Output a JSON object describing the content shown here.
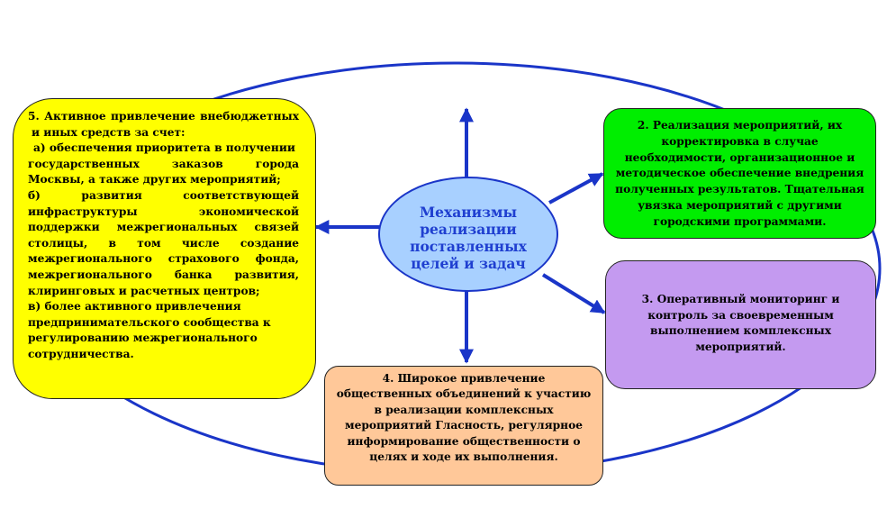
{
  "center": {
    "title": "Механизмы реализации поставленных целей и задач"
  },
  "box_left": {
    "lines": [
      "5. Активное привлечение внебюджетных",
      "и иных средств за счет:",
      "а) обеспечения приоритета в получении",
      "государственных заказов города",
      "Москвы, а также других мероприятий;",
      "б) развития соответствующей",
      "инфраструктуры экономической",
      "поддержки межрегиональных связей",
      "столицы, в том числе создание",
      "межрегионального страхового фонда,",
      "межрегионального банка развития,",
      "клиринговых и расчетных центров;",
      "в) более активного привлечения",
      "предпринимательского сообщества к",
      "регулированию межрегионального",
      "сотрудничества."
    ]
  },
  "box_top_right": {
    "lines": [
      "2. Реализация мероприятий, их",
      "корректировка в случае",
      "необходимости, организационное и",
      "методическое обеспечение внедрения",
      "полученных результатов. Тщательная",
      "увязка мероприятий с другими",
      "городскими программами."
    ]
  },
  "box_right": {
    "lines": [
      "3. Оперативный мониторинг и",
      "контроль за своевременным",
      "выполнением комплексных",
      "мероприятий."
    ]
  },
  "box_bottom": {
    "lines": [
      "4. Широкое привлечение",
      "общественных объединений к участию",
      "в реализации комплексных",
      "мероприятий Гласность, регулярное",
      "информирование общественности о",
      "целях и ходе их выполнения."
    ]
  },
  "colors": {
    "ring": "#1a35c8",
    "arrow": "#1a35c8",
    "center_fill": "#a8d0ff",
    "center_text": "#1f3fd0",
    "box_left_fill": "#ffff00",
    "box_top_right_fill": "#00ee00",
    "box_right_fill": "#c49af0",
    "box_bottom_fill": "#ffc899"
  }
}
